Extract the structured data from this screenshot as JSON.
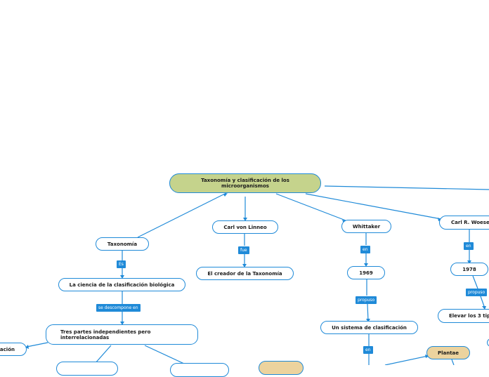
{
  "colors": {
    "connector": "#1f8ad8",
    "main_node": "#c5d38c",
    "tan_node": "#ecd39e",
    "tag": "#1f8ad8"
  },
  "nodes": {
    "main": "Taxonomía y clasificación de los microorganismos",
    "taxonomia": "Taxonomía",
    "linneo": "Carl von Linneo",
    "whittaker": "Whittaker",
    "woese": "Carl R. Woese",
    "creador": "El creador de la Taxonomía",
    "ciencia": "La ciencia de la clasificación biológica",
    "tres_partes": "Tres partes independientes pero interrelacionadas",
    "clasificacion_partial": "ación",
    "year_1969": "1969",
    "sistema": "Un sistema de clasificación",
    "year_1978": "1978",
    "elevar": "Elevar los 3 tip",
    "plantae": "Plantae"
  },
  "tags": {
    "es": "Es",
    "descompone": "se descompone en",
    "fue": "fue",
    "en_whittaker": "en",
    "propuso_whittaker": "propuso",
    "en_sistema": "en",
    "en_woese": "en",
    "propuso_woese": "propuso"
  }
}
